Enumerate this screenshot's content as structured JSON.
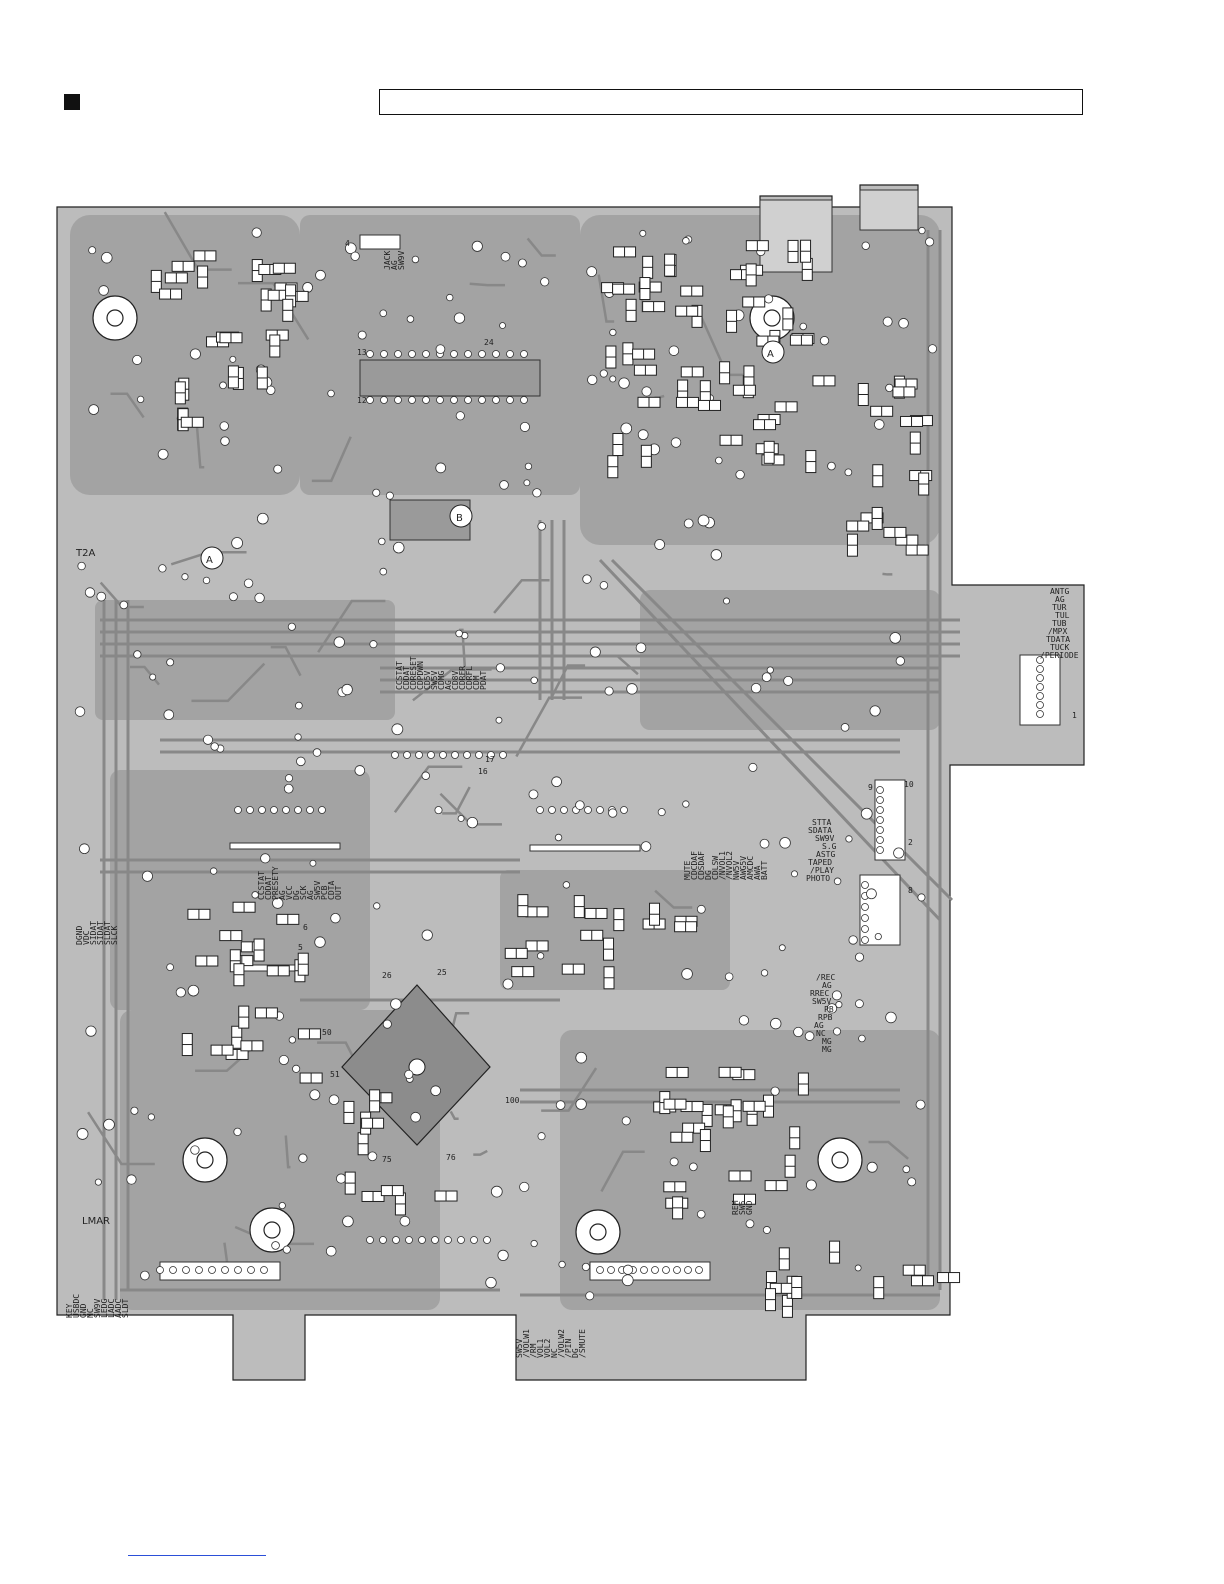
{
  "page": {
    "title_box_text": "",
    "marker_icon": "black-square-icon"
  },
  "board": {
    "colors": {
      "board_fill": "#bcbcbc",
      "trace": "#9a9a9a",
      "pad": "#ffffff",
      "outline": "#222222",
      "ground": "#8c8c8c"
    },
    "ref_marks": [
      "A",
      "B",
      "A",
      "A"
    ],
    "connector_labels": {
      "tuner": [
        "ANTG",
        "AG",
        "TUR",
        "TUL",
        "TUB",
        "/MPX",
        "TDATA",
        "TUCK",
        "/PERIODE"
      ],
      "deck_left": [
        "STTA",
        "SDATA",
        "SW9V",
        "S.G",
        "ASTG",
        "TAPED",
        "/PLAY",
        "PHOTO"
      ],
      "deck_right": [
        "/REC",
        "AG",
        "RREC",
        "SW5V",
        "PB",
        "RPB",
        "AG",
        "NC",
        "MG",
        "MG"
      ],
      "center_bus": [
        "CCSTAT",
        "CDDAT",
        "CDRESET",
        "CDPDWN",
        "CD5V",
        "SW5V",
        "CDMG",
        "AG",
        "CD8V",
        "CDRFR",
        "CDRFL",
        "CDM",
        "PDAT"
      ],
      "mute_bus": [
        "MUTE",
        "CDCDAF",
        "CDSDAF",
        "DG",
        "CDLSW",
        "/NVOL1",
        "/NVOL2",
        "NW5V",
        "AWG5V",
        "AMCDC",
        "AWA",
        "BATT"
      ],
      "left_side": [
        "DGND",
        "VDC",
        "SIDAT",
        "SIDAT",
        "SLDAT",
        "SLCK"
      ],
      "bottom_left": [
        "KEY",
        "USBDC",
        "GND",
        "NC",
        "SW9V",
        "LEDG",
        "LADC",
        "AADC",
        "SLDT"
      ],
      "bottom_center": [
        "SW5V",
        "/VOLW1",
        "/RM",
        "VOL1",
        "VOL2",
        "NC",
        "/VOLW2",
        "/PIN",
        "DG",
        "/SMUTE"
      ],
      "mid_left": [
        "CCSTAT",
        "CDDAT",
        "PRESETY",
        "AG",
        "VCC",
        "DG",
        "SCK",
        "AG",
        "SW5V",
        "PCB",
        "CDTA",
        "OUT"
      ],
      "remote": [
        "REM",
        "SW5",
        "GND"
      ],
      "misc": [
        "T2A",
        "JACK",
        "AG",
        "SW9V",
        "LMAR"
      ]
    },
    "pin_numbers": [
      "1",
      "2",
      "4",
      "5",
      "6",
      "8",
      "9",
      "10",
      "12",
      "13",
      "16",
      "17",
      "24",
      "25",
      "26",
      "50",
      "51",
      "75",
      "76",
      "100"
    ]
  }
}
